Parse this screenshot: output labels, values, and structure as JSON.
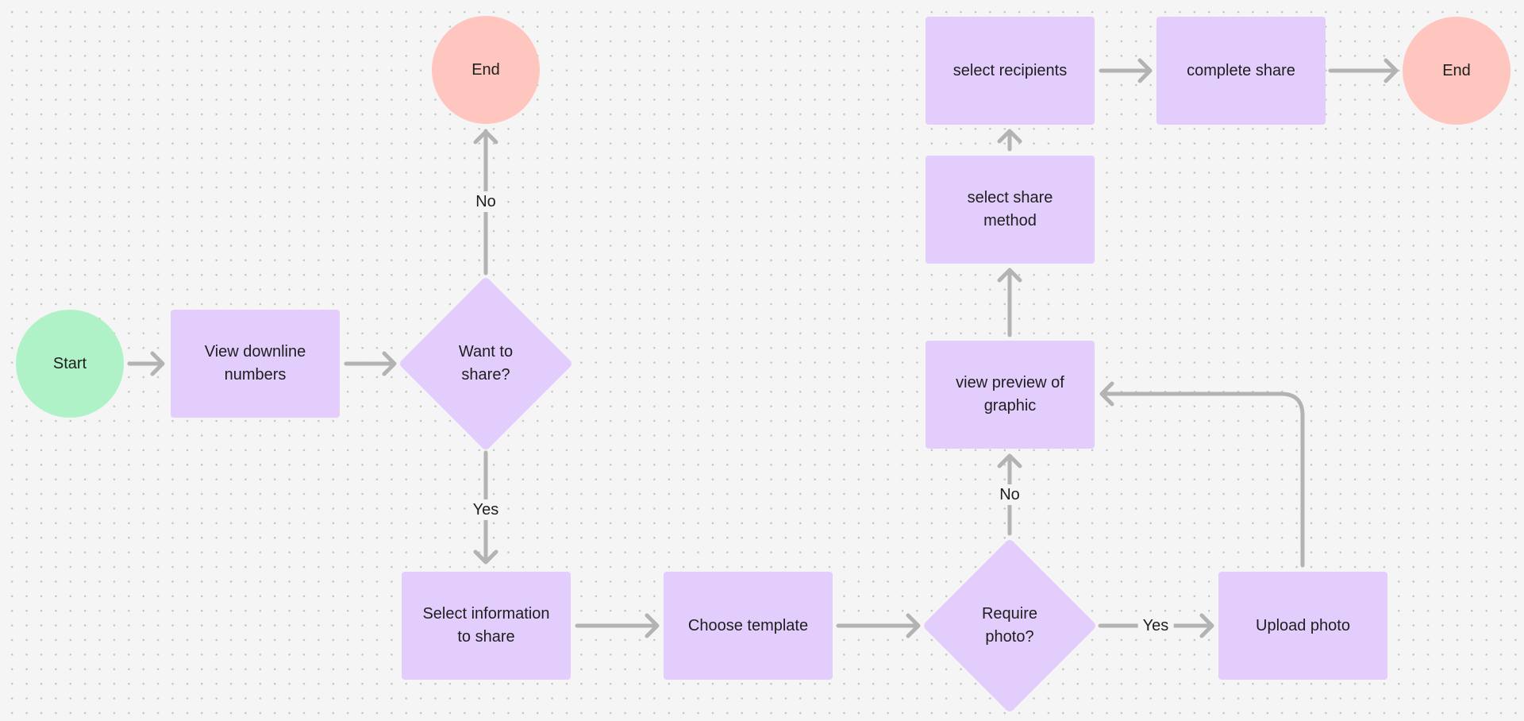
{
  "nodes": {
    "start": "Start",
    "view_downline": "View downline numbers",
    "want_to_share": "Want to share?",
    "end_top": "End",
    "select_information": "Select information to share",
    "choose_template": "Choose template",
    "require_photo": "Require photo?",
    "upload_photo": "Upload photo",
    "view_preview": "view preview of graphic",
    "select_share_method": "select share method",
    "select_recipients": "select recipients",
    "complete_share": "complete share",
    "end_right": "End"
  },
  "edge_labels": {
    "want_no": "No",
    "want_yes": "Yes",
    "photo_no": "No",
    "photo_yes": "Yes"
  },
  "colors": {
    "process": "#e3cdfc",
    "start": "#b0f2c8",
    "end": "#fec6bf",
    "connector": "#b3b3b3",
    "canvas": "#f5f5f5"
  }
}
